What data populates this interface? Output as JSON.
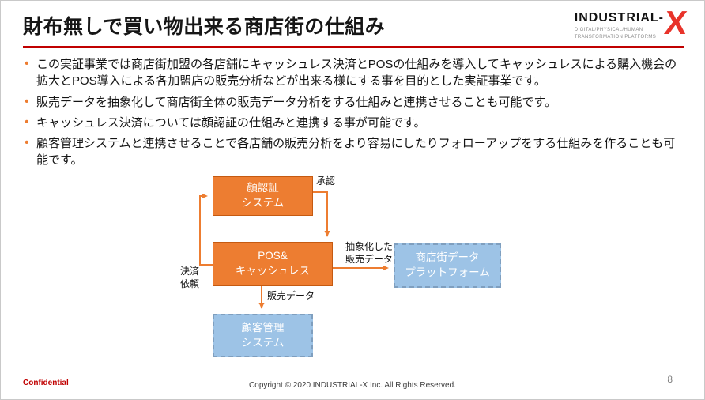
{
  "slide": {
    "title": "財布無しで買い物出来る商店街の仕組み",
    "page_number": "8",
    "confidential": "Confidential",
    "copyright": "Copyright © 2020 INDUSTRIAL-X Inc. All Rights Reserved."
  },
  "logo": {
    "word": "INDUSTRIAL-",
    "x": "X",
    "tagline_line1": "DIGITAL/PHYSICAL/HUMAN",
    "tagline_line2": "TRANSFORMATION PLATFORMS"
  },
  "bullets": [
    "この実証事業では商店街加盟の各店舗にキャッシュレス決済とPOSの仕組みを導入してキャッシュレスによる購入機会の拡大とPOS導入による各加盟店の販売分析などが出来る様にする事を目的とした実証事業です。",
    "販売データを抽象化して商店街全体の販売データ分析をする仕組みと連携させることも可能です。",
    "キャッシュレス決済については顔認証の仕組みと連携する事が可能です。",
    "顧客管理システムと連携させることで各店舗の販売分析をより容易にしたりフォローアップをする仕組みを作ることも可能です。"
  ],
  "diagram": {
    "boxes": [
      {
        "id": "face-auth",
        "line1": "顔認証",
        "line2": "システム",
        "style": "orange"
      },
      {
        "id": "pos-cashless",
        "line1": "POS&",
        "line2": "キャッシュレス",
        "style": "orange"
      },
      {
        "id": "street-data-platform",
        "line1": "商店街データ",
        "line2": "プラットフォーム",
        "style": "blue"
      },
      {
        "id": "customer-management",
        "line1": "顧客管理",
        "line2": "システム",
        "style": "blue"
      }
    ],
    "edge_labels": {
      "approval": "承認",
      "payment_request_l1": "決済",
      "payment_request_l2": "依頼",
      "abstracted_l1": "抽象化した",
      "abstracted_l2": "販売データ",
      "sales_data": "販売データ"
    },
    "colors": {
      "orange_box": "#ED7D31",
      "blue_box": "#9DC3E6",
      "arrow": "#ED7D31"
    }
  },
  "colors": {
    "title_rule": "#C00000",
    "confidential_red": "#C00000",
    "logo_x_red": "#E8332A",
    "bullet_dot": "#ED7D31"
  }
}
